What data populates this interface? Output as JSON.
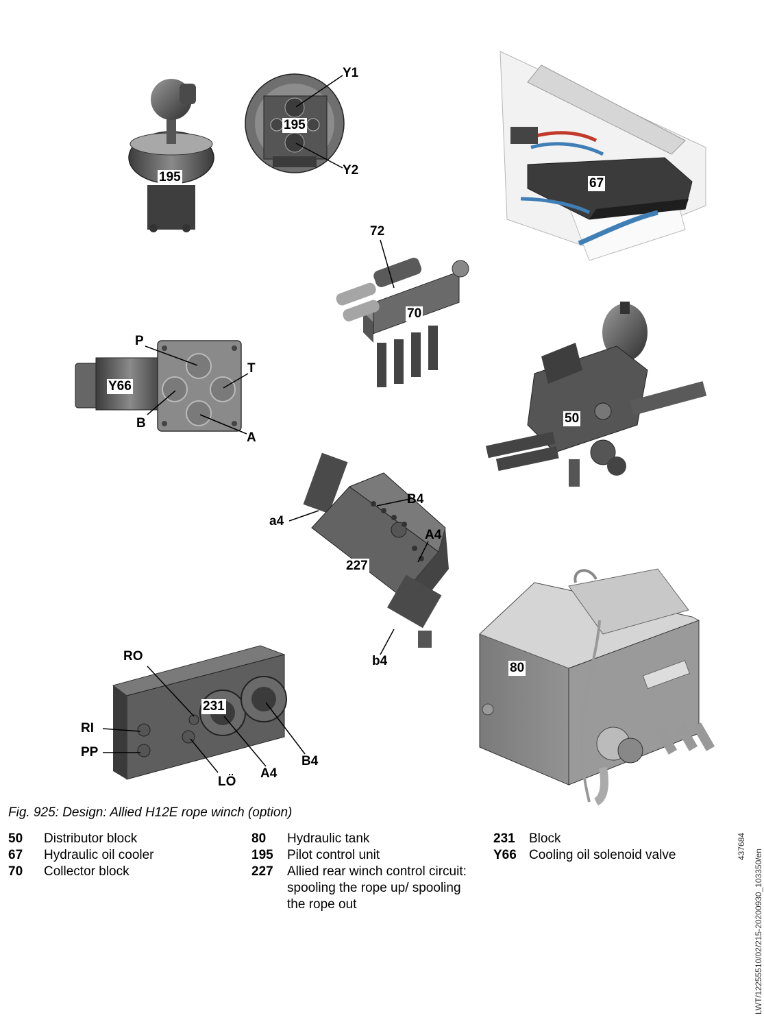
{
  "labels": {
    "joystick_195": "195",
    "y1": "Y1",
    "y2": "Y2",
    "pilot_195": "195",
    "cooler_67": "67",
    "l72": "72",
    "l70": "70",
    "p": "P",
    "t": "T",
    "b": "B",
    "a": "A",
    "y66": "Y66",
    "l50": "50",
    "a4_small": "a4",
    "b4_upper": "B4",
    "a4_upper": "A4",
    "l227": "227",
    "b4_small": "b4",
    "ro": "RO",
    "ri": "RI",
    "pp": "PP",
    "lo": "LÖ",
    "l231": "231",
    "a4_lower": "A4",
    "b4_lower": "B4",
    "l80": "80"
  },
  "side_ids": {
    "id1": "437684",
    "id2": "LWT/12255510/02/215-20200930_103350/en"
  },
  "caption": "Fig. 925: Design: Allied H12E rope winch (option)",
  "legend": {
    "col1": [
      {
        "num": "50",
        "text": "Distributor block"
      },
      {
        "num": "67",
        "text": "Hydraulic oil cooler"
      },
      {
        "num": "70",
        "text": "Collector block"
      }
    ],
    "col2": [
      {
        "num": "80",
        "text": "Hydraulic tank"
      },
      {
        "num": "195",
        "text": "Pilot control unit"
      },
      {
        "num": "227",
        "text": "Allied rear winch control circuit: spooling the rope up/ spooling the rope out"
      }
    ],
    "col3": [
      {
        "num": "231",
        "text": "Block"
      },
      {
        "num": "Y66",
        "text": "Cooling oil solenoid valve"
      }
    ]
  }
}
